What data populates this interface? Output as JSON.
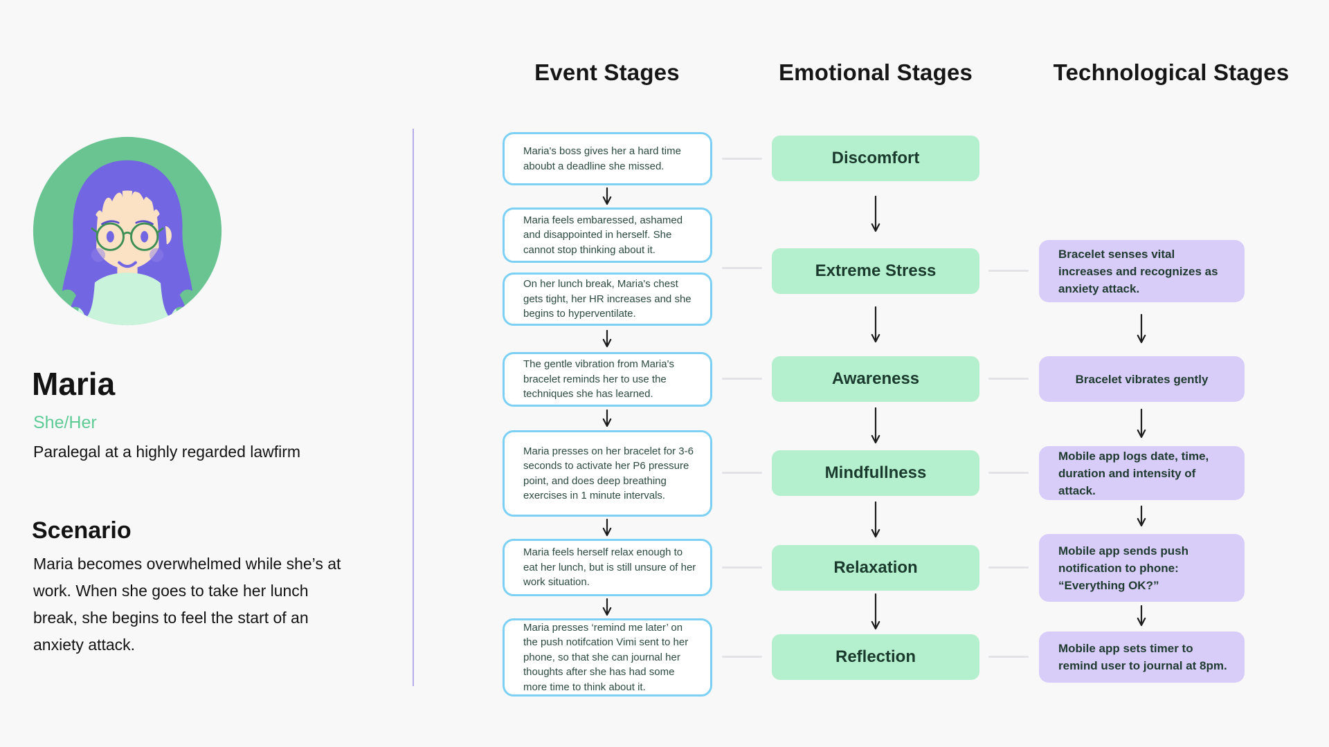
{
  "persona": {
    "name": "Maria",
    "pronouns": "She/Her",
    "role": "Paralegal at a highly regarded lawfirm",
    "scenario_title": "Scenario",
    "scenario_text": "Maria becomes overwhelmed while she’s at work. When she goes to take her lunch break, she begins to feel the start of an anxiety attack.",
    "avatar": "maria-illustrated-avatar"
  },
  "columns": {
    "event": {
      "header": "Event Stages",
      "boxes": [
        "Maria's boss gives her a hard time aboubt a deadline she missed.",
        "Maria feels embaressed, ashamed and disappointed in herself. She cannot stop thinking about it.",
        "On her lunch break, Maria's chest gets tight, her HR increases and she begins to hyperventilate.",
        "The gentle vibration from Maria's bracelet reminds her to use the techniques she has learned.",
        "Maria presses on her bracelet for 3-6 seconds to activate her P6 pressure point, and does deep breathing exercises in 1 minute intervals.",
        "Maria feels herself relax enough to eat her lunch, but is still unsure of her work situation.",
        "Maria presses ‘remind me later’ on the push notifcation Vimi sent to her phone, so that she can journal her thoughts after she has had some more time to think about it."
      ]
    },
    "emotional": {
      "header": "Emotional Stages",
      "boxes": [
        "Discomfort",
        "Extreme Stress",
        "Awareness",
        "Mindfullness",
        "Relaxation",
        "Reflection"
      ]
    },
    "technological": {
      "header": "Technological Stages",
      "boxes": [
        "Bracelet senses vital increases and recognizes as anxiety attack.",
        "Bracelet vibrates gently",
        "Mobile app logs date, time, duration and intensity of attack.",
        "Mobile app sends push notification to phone: “Everything OK?”",
        "Mobile app sets timer to remind user to journal at 8pm."
      ]
    }
  },
  "colors": {
    "background": "#f8f8f9",
    "event_border": "#7cd0f4",
    "emotional_bg": "#b4f0cd",
    "technological_bg": "#d8ccf8",
    "pronoun_green": "#5ecb95",
    "divider_purple": "#b7aaea",
    "connector_gray": "#e2e2e7",
    "arrow_black": "#1b1b1b",
    "avatar_circle_green": "#6ac492",
    "avatar_hair_purple": "#7366e2"
  }
}
